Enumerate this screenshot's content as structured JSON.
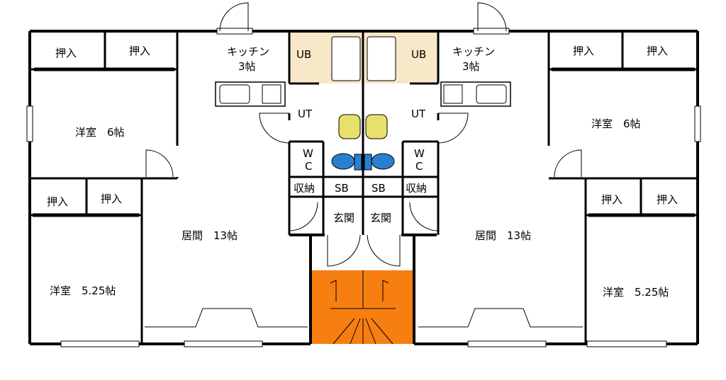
{
  "floorplan": {
    "labels": {
      "oshiire": "押入",
      "youshitsu_6": "洋室　6帖",
      "youshitsu_525": "洋室　5.25帖",
      "kitchen_name": "キッチン",
      "kitchen_size": "3帖",
      "ub": "UB",
      "ut": "UT",
      "wc_w": "W",
      "wc_c": "C",
      "shuunou": "収納",
      "sb": "SB",
      "genkan": "玄関",
      "ima": "居間　13帖"
    },
    "colors": {
      "wall": "#000000",
      "bath": "#f8e8c8",
      "stairs": "#f77e10",
      "toilet": "#e8e06a",
      "wc": "#2a80d0"
    }
  }
}
